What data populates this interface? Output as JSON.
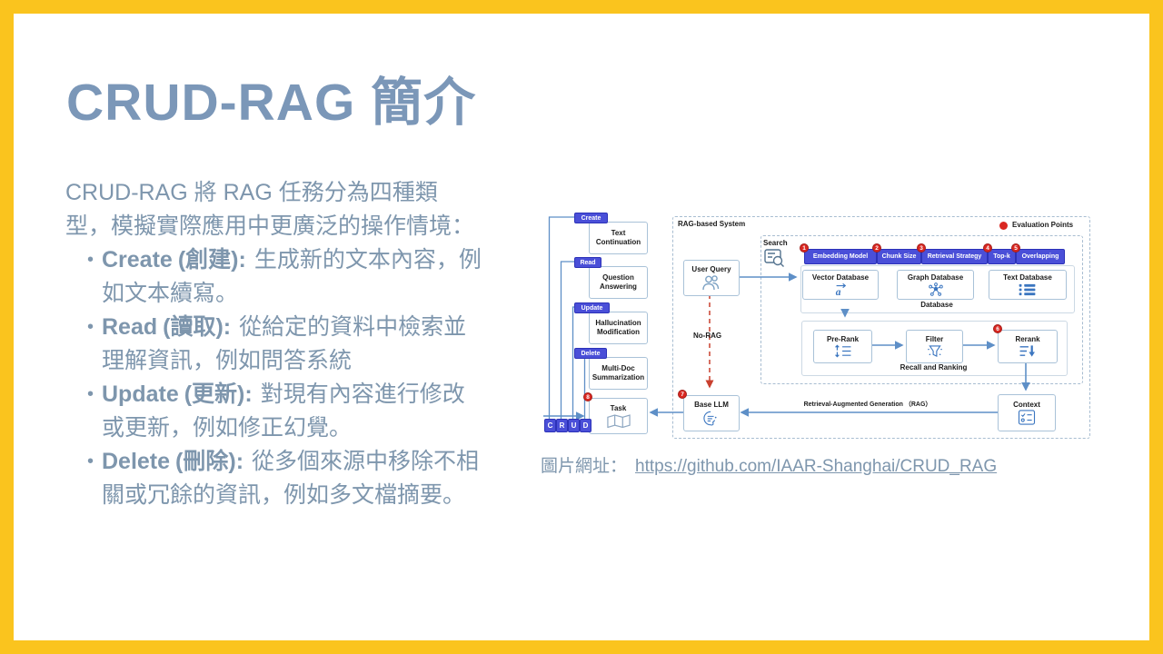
{
  "slide": {
    "title": "CRUD-RAG 簡介",
    "intro": "CRUD-RAG 將 RAG 任務分為四種類型，模擬實際應用中更廣泛的操作情境：",
    "bullets": [
      {
        "term": "Create",
        "zh": "(創建):",
        "desc": "生成新的文本內容，例如文本續寫。"
      },
      {
        "term": "Read",
        "zh": "(讀取):",
        "desc": "從給定的資料中檢索並理解資訊，例如問答系統"
      },
      {
        "term": "Update",
        "zh": "(更新):",
        "desc": "對現有內容進行修改或更新，例如修正幻覺。"
      },
      {
        "term": "Delete",
        "zh": "(刪除):",
        "desc": "從多個來源中移除不相關或冗餘的資訊，例如多文檔摘要。"
      }
    ],
    "caption": {
      "label": "圖片網址：",
      "url_text": "https://github.com/IAAR-Shanghai/CRUD_RAG"
    }
  },
  "diagram": {
    "system_label": "RAG-based System",
    "evaluation_legend": "Evaluation Points",
    "tasks": [
      {
        "badge": "Create",
        "name": "Text Continuation"
      },
      {
        "badge": "Read",
        "name": "Question Answering"
      },
      {
        "badge": "Update",
        "name": "Hallucination Modification"
      },
      {
        "badge": "Delete",
        "name": "Multi-Doc Summarization"
      }
    ],
    "crud_letters": [
      "C",
      "R",
      "U",
      "D"
    ],
    "task": {
      "label": "Task",
      "badge_num": "8"
    },
    "user_query": "User Query",
    "search_label": "Search",
    "no_rag": "No-RAG",
    "params": [
      {
        "num": "1",
        "label": "Embedding Model"
      },
      {
        "num": "2",
        "label": "Chunk Size"
      },
      {
        "num": "3",
        "label": "Retrieval Strategy"
      },
      {
        "num": "4",
        "label": "Top-k"
      },
      {
        "num": "5",
        "label": "Overlapping"
      }
    ],
    "databases": [
      {
        "name": "Vector Database"
      },
      {
        "name": "Graph Database"
      },
      {
        "name": "Text Database"
      }
    ],
    "database_group_label": "Database",
    "recall": [
      {
        "name": "Pre-Rank"
      },
      {
        "name": "Filter"
      },
      {
        "name": "Rerank",
        "badge_num": "6"
      }
    ],
    "recall_group_label": "Recall and Ranking",
    "base_llm": {
      "label": "Base LLM",
      "badge_num": "7"
    },
    "context_label": "Context",
    "rag_arrow_label": "Retrieval-Augmented Generation （RAG）"
  },
  "colors": {
    "frame_yellow": "#fac41e",
    "title_slate": "#7b97b8",
    "body_slate": "#7e96ad",
    "badge_blue": "#4a4fd8",
    "eval_red": "#da2721",
    "arrow_blue": "#5e8fc7",
    "no_rag_red": "#c9402f"
  },
  "icons": {
    "user_query": "users-icon",
    "search": "document-search-icon",
    "vector_database": "vector-a-icon",
    "graph_database": "graph-network-icon",
    "text_database": "list-icon",
    "pre_rank": "sort-arrows-icon",
    "filter": "funnel-icon",
    "rerank": "list-down-arrow-icon",
    "task": "open-map-icon",
    "base_llm": "ai-head-icon",
    "context": "checklist-icon",
    "evaluation_point": "red-dot-icon"
  }
}
